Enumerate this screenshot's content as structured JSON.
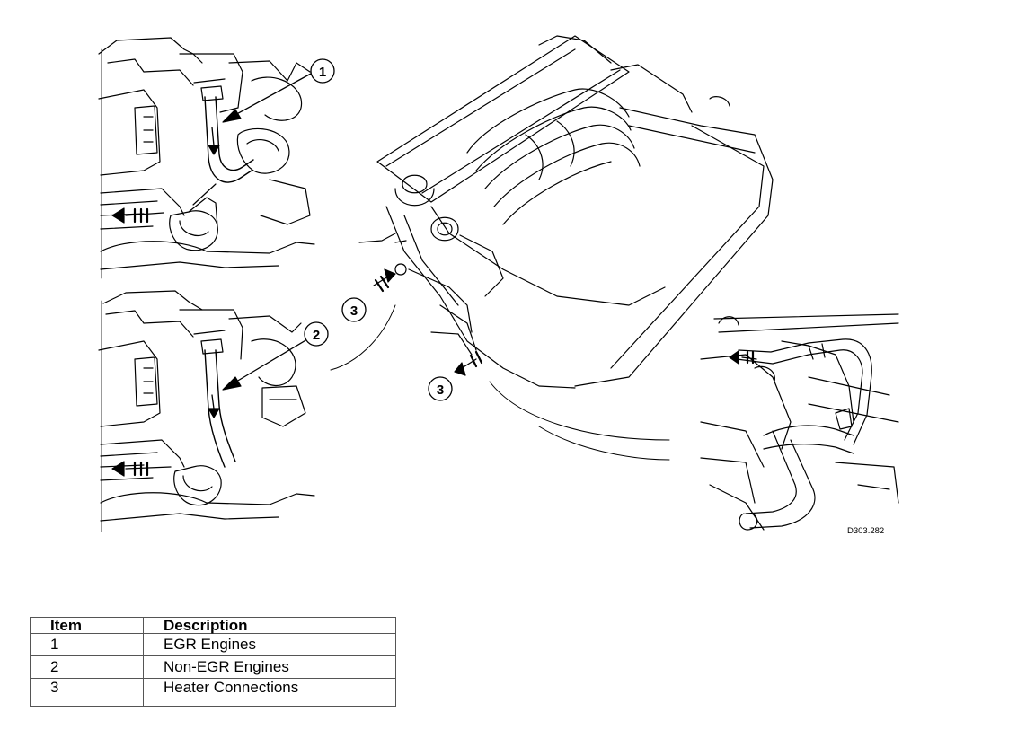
{
  "callouts": [
    "1",
    "2",
    "3",
    "3"
  ],
  "drawing_ref": "D303.282",
  "legend": {
    "headers": [
      "Item",
      "Description"
    ],
    "rows": [
      {
        "item": "1",
        "description": "EGR Engines"
      },
      {
        "item": "2",
        "description": "Non-EGR Engines"
      },
      {
        "item": "3",
        "description": "Heater Connections"
      }
    ]
  }
}
